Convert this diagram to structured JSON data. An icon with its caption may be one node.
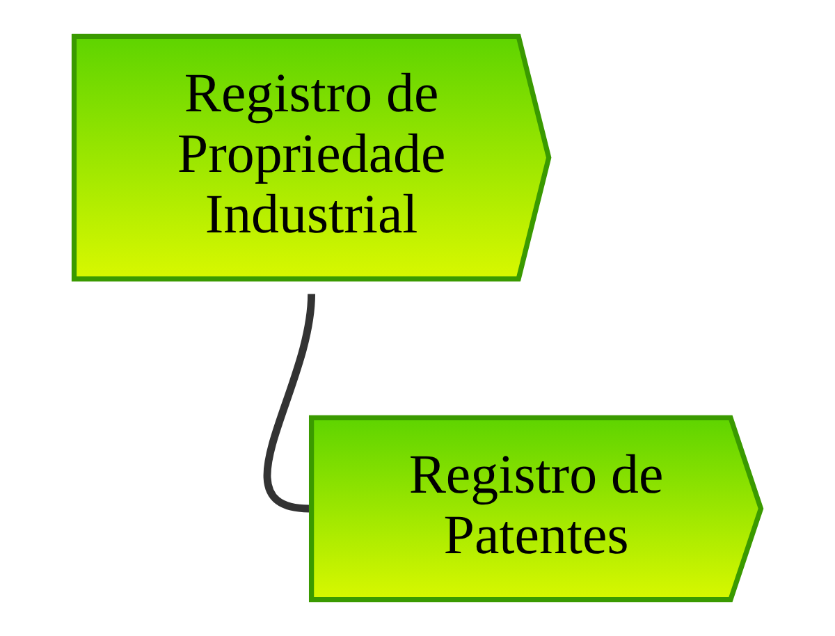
{
  "diagram": {
    "nodes": [
      {
        "text": [
          "Registro de Propriedade Industrial"
        ]
      },
      {
        "text": [
          "Registro de Patentes"
        ]
      }
    ],
    "edges": [
      {
        "from": 0,
        "to": 1,
        "arrow": "none"
      }
    ]
  }
}
